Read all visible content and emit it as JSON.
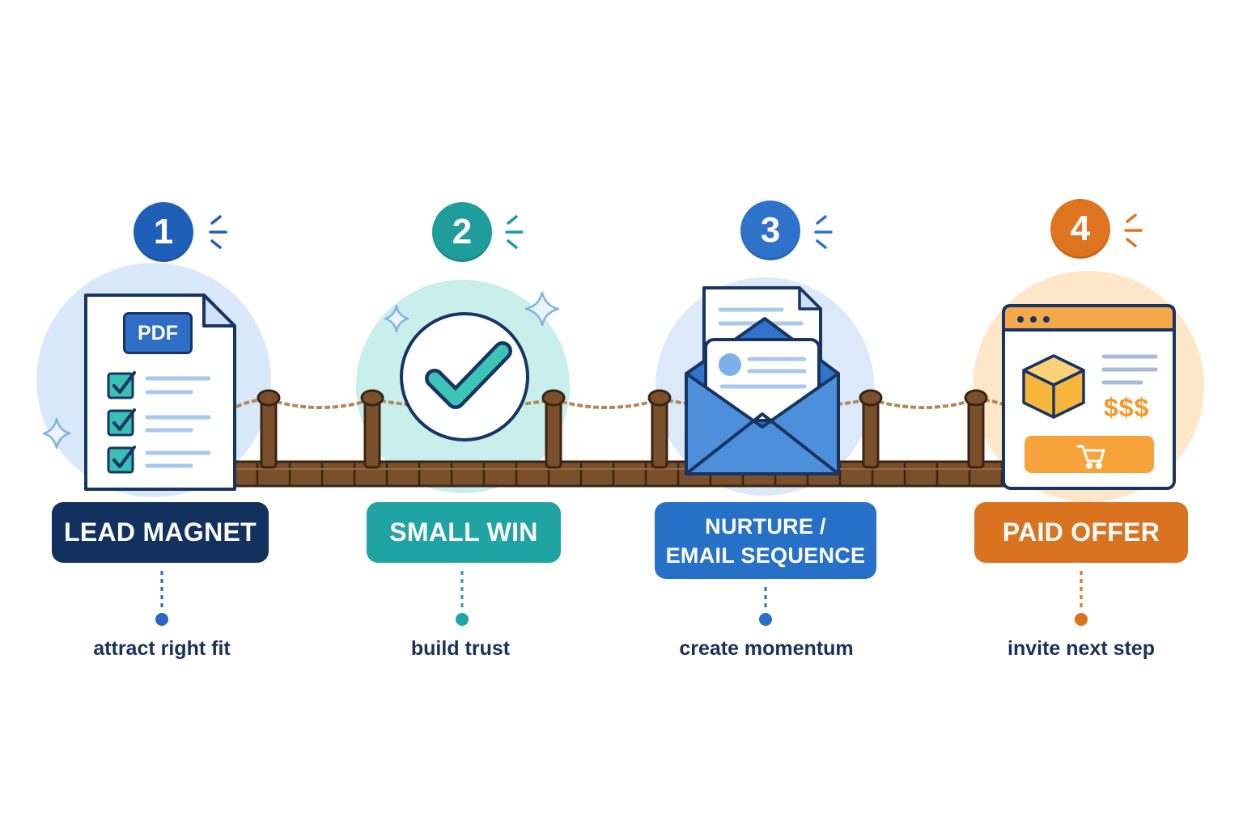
{
  "steps": [
    {
      "number": "1",
      "label_lines": [
        "LEAD MAGNET"
      ],
      "description": "attract right fit",
      "color": "#1f5fb8",
      "label_bg": "#13315f",
      "halo": "#d8e8fa",
      "icon": "pdf-checklist-document-icon",
      "badge_text": "PDF"
    },
    {
      "number": "2",
      "label_lines": [
        "SMALL WIN"
      ],
      "description": "build trust",
      "color": "#1f9c9c",
      "label_bg": "#20a3a3",
      "halo": "#c6eeea",
      "icon": "checkmark-circle-icon"
    },
    {
      "number": "3",
      "label_lines": [
        "NURTURE /",
        "EMAIL SEQUENCE"
      ],
      "description": "create momentum",
      "color": "#2e73c9",
      "label_bg": "#2670c8",
      "halo": "#d9e8fb",
      "icon": "email-envelope-icon"
    },
    {
      "number": "4",
      "label_lines": [
        "PAID OFFER"
      ],
      "description": "invite next step",
      "color": "#df7420",
      "label_bg": "#d9731f",
      "halo": "#fde6c5",
      "icon": "checkout-page-icon",
      "price_text": "$$$"
    }
  ],
  "bridge": {
    "icon": "rope-bridge-icon",
    "plank_color": "#7a4f2c",
    "rope_color": "#b08a5c"
  }
}
